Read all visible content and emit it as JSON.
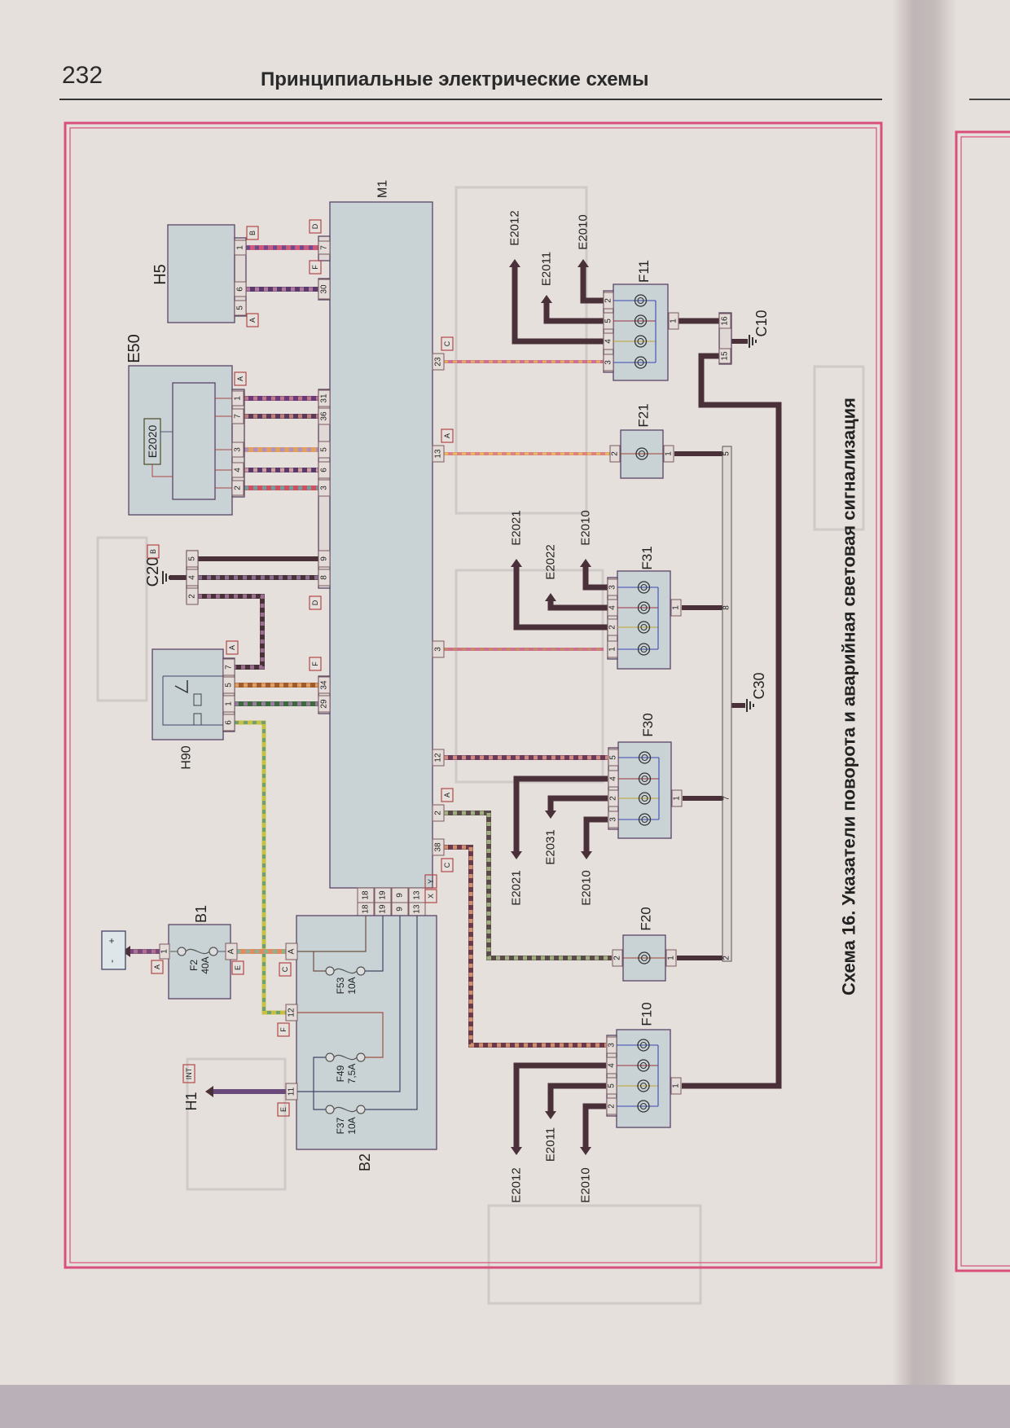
{
  "header": {
    "page_number": "232",
    "title": "Принципиальные электрические схемы"
  },
  "caption": "Схема 16. Указатели поворота и аварийная световая сигнализация",
  "components": {
    "m1": "M1",
    "h5": "H5",
    "e50": "E50",
    "e2020": "E2020",
    "c20": "C20",
    "h90": "H90",
    "b1": "B1",
    "b2": "B2",
    "h1": "H1",
    "c10": "C10",
    "c30": "C30",
    "f11": "F11",
    "f21": "F21",
    "f31": "F31",
    "f30": "F30",
    "f20": "F20",
    "f10": "F10",
    "f2": "F2",
    "f53": "F53",
    "f49": "F49",
    "f37": "F37"
  },
  "ratings": {
    "f2": "40A",
    "f53": "10A",
    "f49": "7,5A",
    "f37": "10A"
  },
  "badges": {
    "h5_b": "B",
    "h5_a": "A",
    "m1_d1": "D",
    "m1_f1": "F",
    "e50_a": "A",
    "c20_b": "B",
    "m1_d2": "D",
    "h90_a": "A",
    "m1_f2": "F",
    "m1_c1": "C",
    "m1_a1": "A",
    "m1_a2": "A",
    "m1_c2": "C",
    "m1_x": "X",
    "m1_y": "Y",
    "b1_a": "A",
    "b1_e": "E",
    "b2_c": "C",
    "b2_f": "F",
    "b2_e": "E",
    "h1_int": "INT"
  },
  "pins": {
    "h5": [
      "1",
      "6",
      "5"
    ],
    "m1_h5": [
      "7",
      "30"
    ],
    "e50": [
      "1",
      "7",
      "3",
      "4",
      "2"
    ],
    "m1_e50": [
      "31",
      "36",
      "5",
      "6",
      "3"
    ],
    "c20": [
      "5",
      "4",
      "2"
    ],
    "m1_c20": [
      "9",
      "8"
    ],
    "h90": [
      "7",
      "5",
      "1",
      "6"
    ],
    "m1_h90": [
      "34",
      "29"
    ],
    "m1_right": [
      "23",
      "13",
      "3",
      "12",
      "2",
      "38"
    ],
    "m1_bottom": [
      "18",
      "19",
      "9",
      "13"
    ],
    "b2_top": [
      "18",
      "19",
      "9",
      "13"
    ],
    "b1": [
      "1",
      "A"
    ],
    "b2_left": [
      "A",
      "12",
      "11"
    ],
    "f11": [
      "2",
      "5",
      "4",
      "3",
      "1"
    ],
    "c10": [
      "16",
      "15"
    ],
    "f21": [
      "2",
      "1"
    ],
    "bus": [
      "5",
      "8",
      "7",
      "2"
    ],
    "f31": [
      "3",
      "4",
      "2",
      "1",
      "1"
    ],
    "f30": [
      "5",
      "4",
      "2",
      "3",
      "1"
    ],
    "f20": [
      "2",
      "1"
    ],
    "f10": [
      "3",
      "4",
      "5",
      "2",
      "1"
    ]
  },
  "outputs": {
    "f11": [
      "E2012",
      "E2011",
      "E2010"
    ],
    "f31": [
      "E2021",
      "E2022",
      "E2010"
    ],
    "f30": [
      "E2021",
      "E2031",
      "E2010"
    ],
    "f10": [
      "E2012",
      "E2011",
      "E2010"
    ]
  },
  "battery": {
    "plus": "+",
    "minus": "-"
  },
  "colors": {
    "frame": "#d94f7c",
    "box_fill": "#c9d3d6",
    "wire_dark": "#4a3038",
    "page": "#e6e0dc"
  }
}
